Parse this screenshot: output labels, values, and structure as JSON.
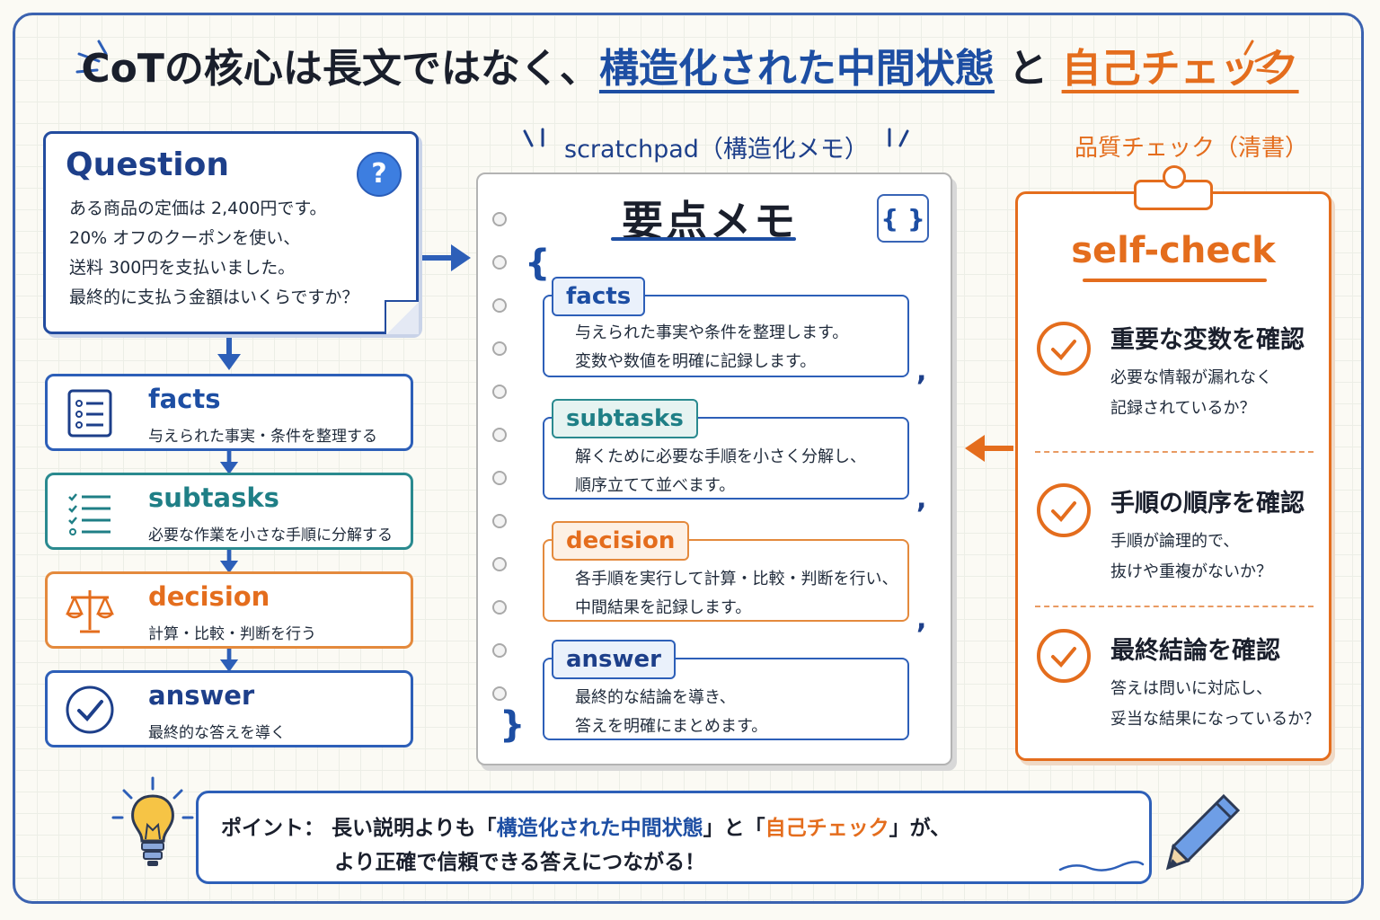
{
  "title": {
    "part1": "CoTの核心は長文ではなく、",
    "part2": "構造化された中間状態",
    "part3": "と",
    "part4": "自己チェック"
  },
  "question": {
    "heading": "Question",
    "badge": "?",
    "lines": [
      "ある商品の定価は 2,400円です。",
      "20% オフのクーポンを使い、",
      "送料 300円を支払いました。",
      "最終的に支払う金額はいくらですか？"
    ]
  },
  "steps": [
    {
      "label": "facts",
      "desc": "与えられた事実・条件を整理する",
      "icon": "list-icon",
      "color": "#1d4ea3"
    },
    {
      "label": "subtasks",
      "desc": "必要な作業を小さな手順に分解する",
      "icon": "checklist-icon",
      "color": "#1f7f86"
    },
    {
      "label": "decision",
      "desc": "計算・比較・判断を行う",
      "icon": "scale-icon",
      "color": "#e46d1d"
    },
    {
      "label": "answer",
      "desc": "最終的な答えを導く",
      "icon": "check-circle-icon",
      "color": "#1d3f8a"
    }
  ],
  "scratchpad": {
    "header": "scratchpad（構造化メモ）",
    "title": "要点メモ",
    "badge": "{ }",
    "open_brace": "{",
    "close_brace": "}",
    "comma": ",",
    "sections": [
      {
        "tag": "facts",
        "color": "#2d5fb8",
        "tag_color": "#1d4ea3",
        "tag_bg": "#eaf1fb",
        "lines": [
          "与えられた事実や条件を整理します。",
          "変数や数値を明確に記録します。"
        ]
      },
      {
        "tag": "subtasks",
        "color": "#2d5fb8",
        "tag_color": "#1f7f86",
        "tag_bg": "#e6f3f1",
        "lines": [
          "解くために必要な手順を小さく分解し、",
          "順序立てて並べます。"
        ]
      },
      {
        "tag": "decision",
        "color": "#e48a3d",
        "tag_color": "#e46d1d",
        "tag_bg": "#fdf0e4",
        "lines": [
          "各手順を実行して計算・比較・判断を行い、",
          "中間結果を記録します。"
        ]
      },
      {
        "tag": "answer",
        "color": "#2d5fb8",
        "tag_color": "#1d3f8a",
        "tag_bg": "#eaf1fb",
        "lines": [
          "最終的な結論を導き、",
          "答えを明確にまとめます。"
        ]
      }
    ]
  },
  "selfcheck": {
    "header": "品質チェック（清書）",
    "title": "self-check",
    "items": [
      {
        "heading": "重要な変数を確認",
        "lines": [
          "必要な情報が漏れなく",
          "記録されているか？"
        ]
      },
      {
        "heading": "手順の順序を確認",
        "lines": [
          "手順が論理的で、",
          "抜けや重複がないか？"
        ]
      },
      {
        "heading": "最終結論を確認",
        "lines": [
          "答えは問いに対応し、",
          "妥当な結果になっているか？"
        ]
      }
    ]
  },
  "point": {
    "label": "ポイント：",
    "text1": "長い説明よりも「",
    "hl1": "構造化された中間状態",
    "text2": "」と「",
    "hl2": "自己チェック",
    "text3": "」が、",
    "line2": "より正確で信頼できる答えにつながる！"
  },
  "colors": {
    "blue": "#1d4ea3",
    "orange": "#e46d1d",
    "teal": "#1f7f86"
  }
}
